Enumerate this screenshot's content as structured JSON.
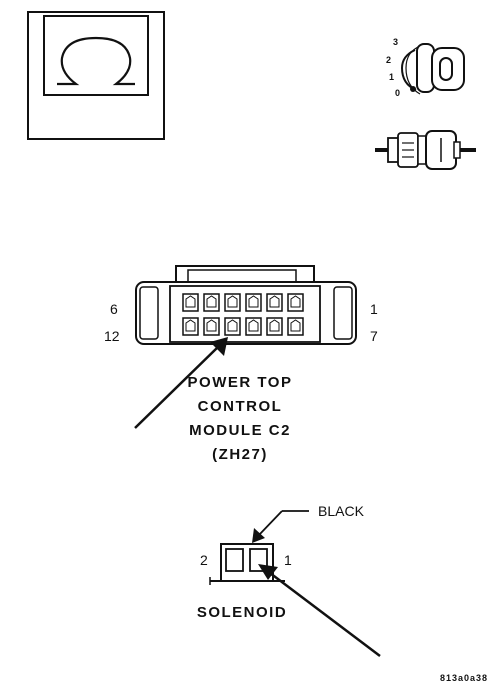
{
  "ohmmeter_symbol": "Ω",
  "ignition_switch": {
    "positions": [
      "3",
      "2",
      "1",
      "0"
    ]
  },
  "connector": {
    "pin_top_left": "6",
    "pin_top_right": "1",
    "pin_bottom_left": "12",
    "pin_bottom_right": "7",
    "label_lines": [
      "POWER TOP",
      "CONTROL",
      "MODULE C2",
      "(ZH27)"
    ]
  },
  "solenoid": {
    "wire_color_label": "BLACK",
    "pin_left": "2",
    "pin_right": "1",
    "label": "SOLENOID"
  },
  "figure_id": "813a0a38"
}
